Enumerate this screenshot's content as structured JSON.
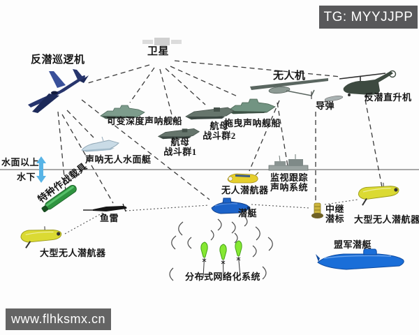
{
  "watermarks": {
    "telegram": "TG: MYYJJPP",
    "website": "www.flhksmx.cn"
  },
  "zones": {
    "above_water": "水面以上",
    "below_water": "水下"
  },
  "nodes": {
    "satellite": {
      "label": "卫星",
      "icon": "satellite-icon"
    },
    "asw_patrol_aircraft": {
      "label": "反潜巡逻机",
      "icon": "patrol-aircraft-icon"
    },
    "uav": {
      "label": "无人机",
      "icon": "uav-icon"
    },
    "missile": {
      "label": "导弹",
      "icon": "missile-icon"
    },
    "asw_helicopter": {
      "label": "反潜直升机",
      "icon": "helicopter-icon"
    },
    "vds_sonar_ship": {
      "label": "可变深度声呐舰船",
      "icon": "warship-icon"
    },
    "carrier_group_1": {
      "label_line1": "航母",
      "label_line2": "战斗群1",
      "icon": "aircraft-carrier-icon"
    },
    "carrier_group_2": {
      "label_line1": "航母",
      "label_line2": "战斗群2",
      "icon": "aircraft-carrier-icon"
    },
    "towed_sonar_ship": {
      "label": "拖曳声呐舰船",
      "icon": "warship-icon"
    },
    "sonar_usv": {
      "label": "声呐无人水面艇",
      "icon": "surface-vessel-icon"
    },
    "special_ops_vehicle": {
      "label": "特种作战载具",
      "icon": "green-vehicle-icon"
    },
    "torpedo": {
      "label": "鱼雷",
      "icon": "torpedo-icon"
    },
    "uuv": {
      "label": "无人潜航器",
      "icon": "yellow-uuv-icon"
    },
    "submarine": {
      "label": "潜艇",
      "icon": "submarine-icon"
    },
    "surveillance_sonar_system": {
      "label_line1": "监视跟踪",
      "label_line2": "声呐系统",
      "icon": "sonar-platform-icon"
    },
    "relay_buoy": {
      "label_line1": "中继",
      "label_line2": "潜标",
      "icon": "relay-buoy-icon"
    },
    "large_uuv_right": {
      "label": "大型无人潜航器",
      "icon": "large-uuv-icon"
    },
    "large_uuv_left": {
      "label": "大型无人潜航器",
      "icon": "large-uuv-icon"
    },
    "allied_submarine": {
      "label": "盟军潜艇",
      "icon": "allied-submarine-icon"
    },
    "distributed_network_system": {
      "label": "分布式网络化系统",
      "icon": "sonobuoy-field-icon"
    }
  },
  "colors": {
    "watermark_bg": "#59595a",
    "label_text": "#161616",
    "waterline": "#8c8c8c",
    "depth_arrow_blue": "#58b4e6",
    "dashed_link": "#3a3a3a",
    "submarine_blue": "#1c63c9",
    "allied_submarine_blue": "#1a6ed8",
    "uuv_yellow": "#e6cf2c",
    "large_uuv_yellow": "#dbda33",
    "warship_green": "#7d9c8c",
    "carrier_gray": "#66756c",
    "sonobuoy_green": "#7ce32f",
    "special_ops_green": "#2f9440",
    "patrol_aircraft_navy": "#27356d"
  }
}
